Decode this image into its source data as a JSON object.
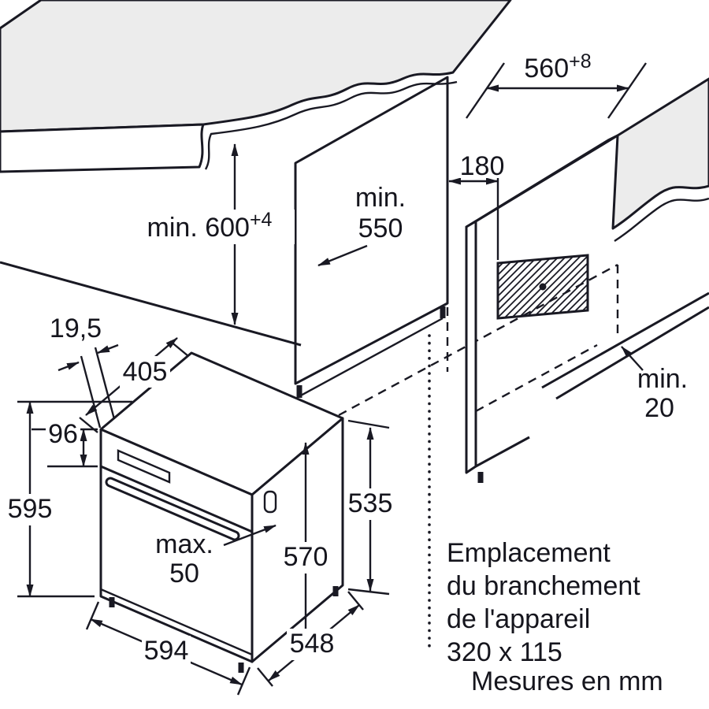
{
  "colors": {
    "line": "#191923",
    "surface": "#ececec",
    "background": "#ffffff"
  },
  "dimensions": {
    "niche_width": {
      "value": "560",
      "sup": "+8"
    },
    "worktop_height": {
      "value": "min. 600",
      "sup": "+4"
    },
    "niche_depth": {
      "line1": "min.",
      "line2": "550"
    },
    "connection_offset": "180",
    "rear_gap": {
      "line1": "min.",
      "line2": "20"
    },
    "front_offset": "19,5",
    "top_depth": "405",
    "control_panel_height": "96",
    "total_height": "595",
    "protrusion": {
      "line1": "max.",
      "line2": "50"
    },
    "body_height": "570",
    "side_height": "535",
    "front_width": "594",
    "body_depth": "548"
  },
  "annotation": {
    "line1": "Emplacement",
    "line2": "du branchement",
    "line3": "de l'appareil",
    "line4": "320 x 115"
  },
  "footer": {
    "units": "Mesures en mm"
  }
}
